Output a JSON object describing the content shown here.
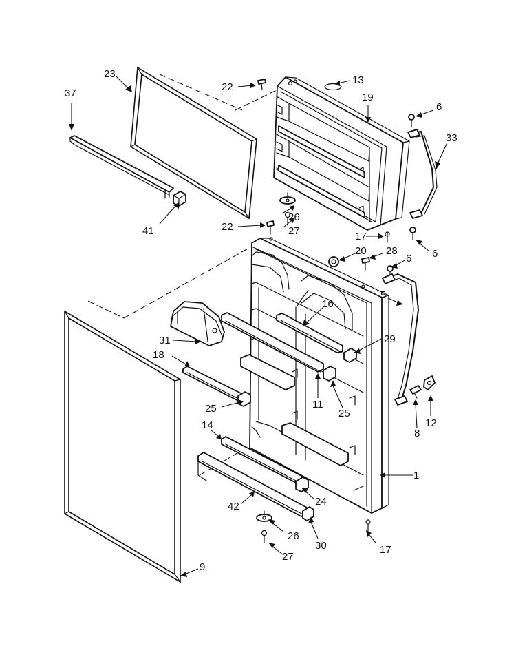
{
  "callouts": [
    {
      "id": "c37",
      "text": "37"
    },
    {
      "id": "c23",
      "text": "23"
    },
    {
      "id": "c22a",
      "text": "22"
    },
    {
      "id": "c13",
      "text": "13"
    },
    {
      "id": "c19",
      "text": "19"
    },
    {
      "id": "c6a",
      "text": "6"
    },
    {
      "id": "c33",
      "text": "33"
    },
    {
      "id": "c41",
      "text": "41"
    },
    {
      "id": "c26a",
      "text": "26"
    },
    {
      "id": "c27a",
      "text": "27"
    },
    {
      "id": "c22b",
      "text": "22"
    },
    {
      "id": "c17a",
      "text": "17"
    },
    {
      "id": "c6b",
      "text": "6"
    },
    {
      "id": "c20",
      "text": "20"
    },
    {
      "id": "c28",
      "text": "28"
    },
    {
      "id": "c6c",
      "text": "6"
    },
    {
      "id": "c5",
      "text": "5"
    },
    {
      "id": "c16",
      "text": "16"
    },
    {
      "id": "c31",
      "text": "31"
    },
    {
      "id": "c29",
      "text": "29"
    },
    {
      "id": "c18",
      "text": "18"
    },
    {
      "id": "c11",
      "text": "11"
    },
    {
      "id": "c25a",
      "text": "25"
    },
    {
      "id": "c25b",
      "text": "25"
    },
    {
      "id": "c8",
      "text": "8"
    },
    {
      "id": "c12",
      "text": "12"
    },
    {
      "id": "c14",
      "text": "14"
    },
    {
      "id": "c1",
      "text": "1"
    },
    {
      "id": "c24",
      "text": "24"
    },
    {
      "id": "c42",
      "text": "42"
    },
    {
      "id": "c26b",
      "text": "26"
    },
    {
      "id": "c30",
      "text": "30"
    },
    {
      "id": "c17b",
      "text": "17"
    },
    {
      "id": "c27b",
      "text": "27"
    },
    {
      "id": "c9",
      "text": "9"
    }
  ]
}
